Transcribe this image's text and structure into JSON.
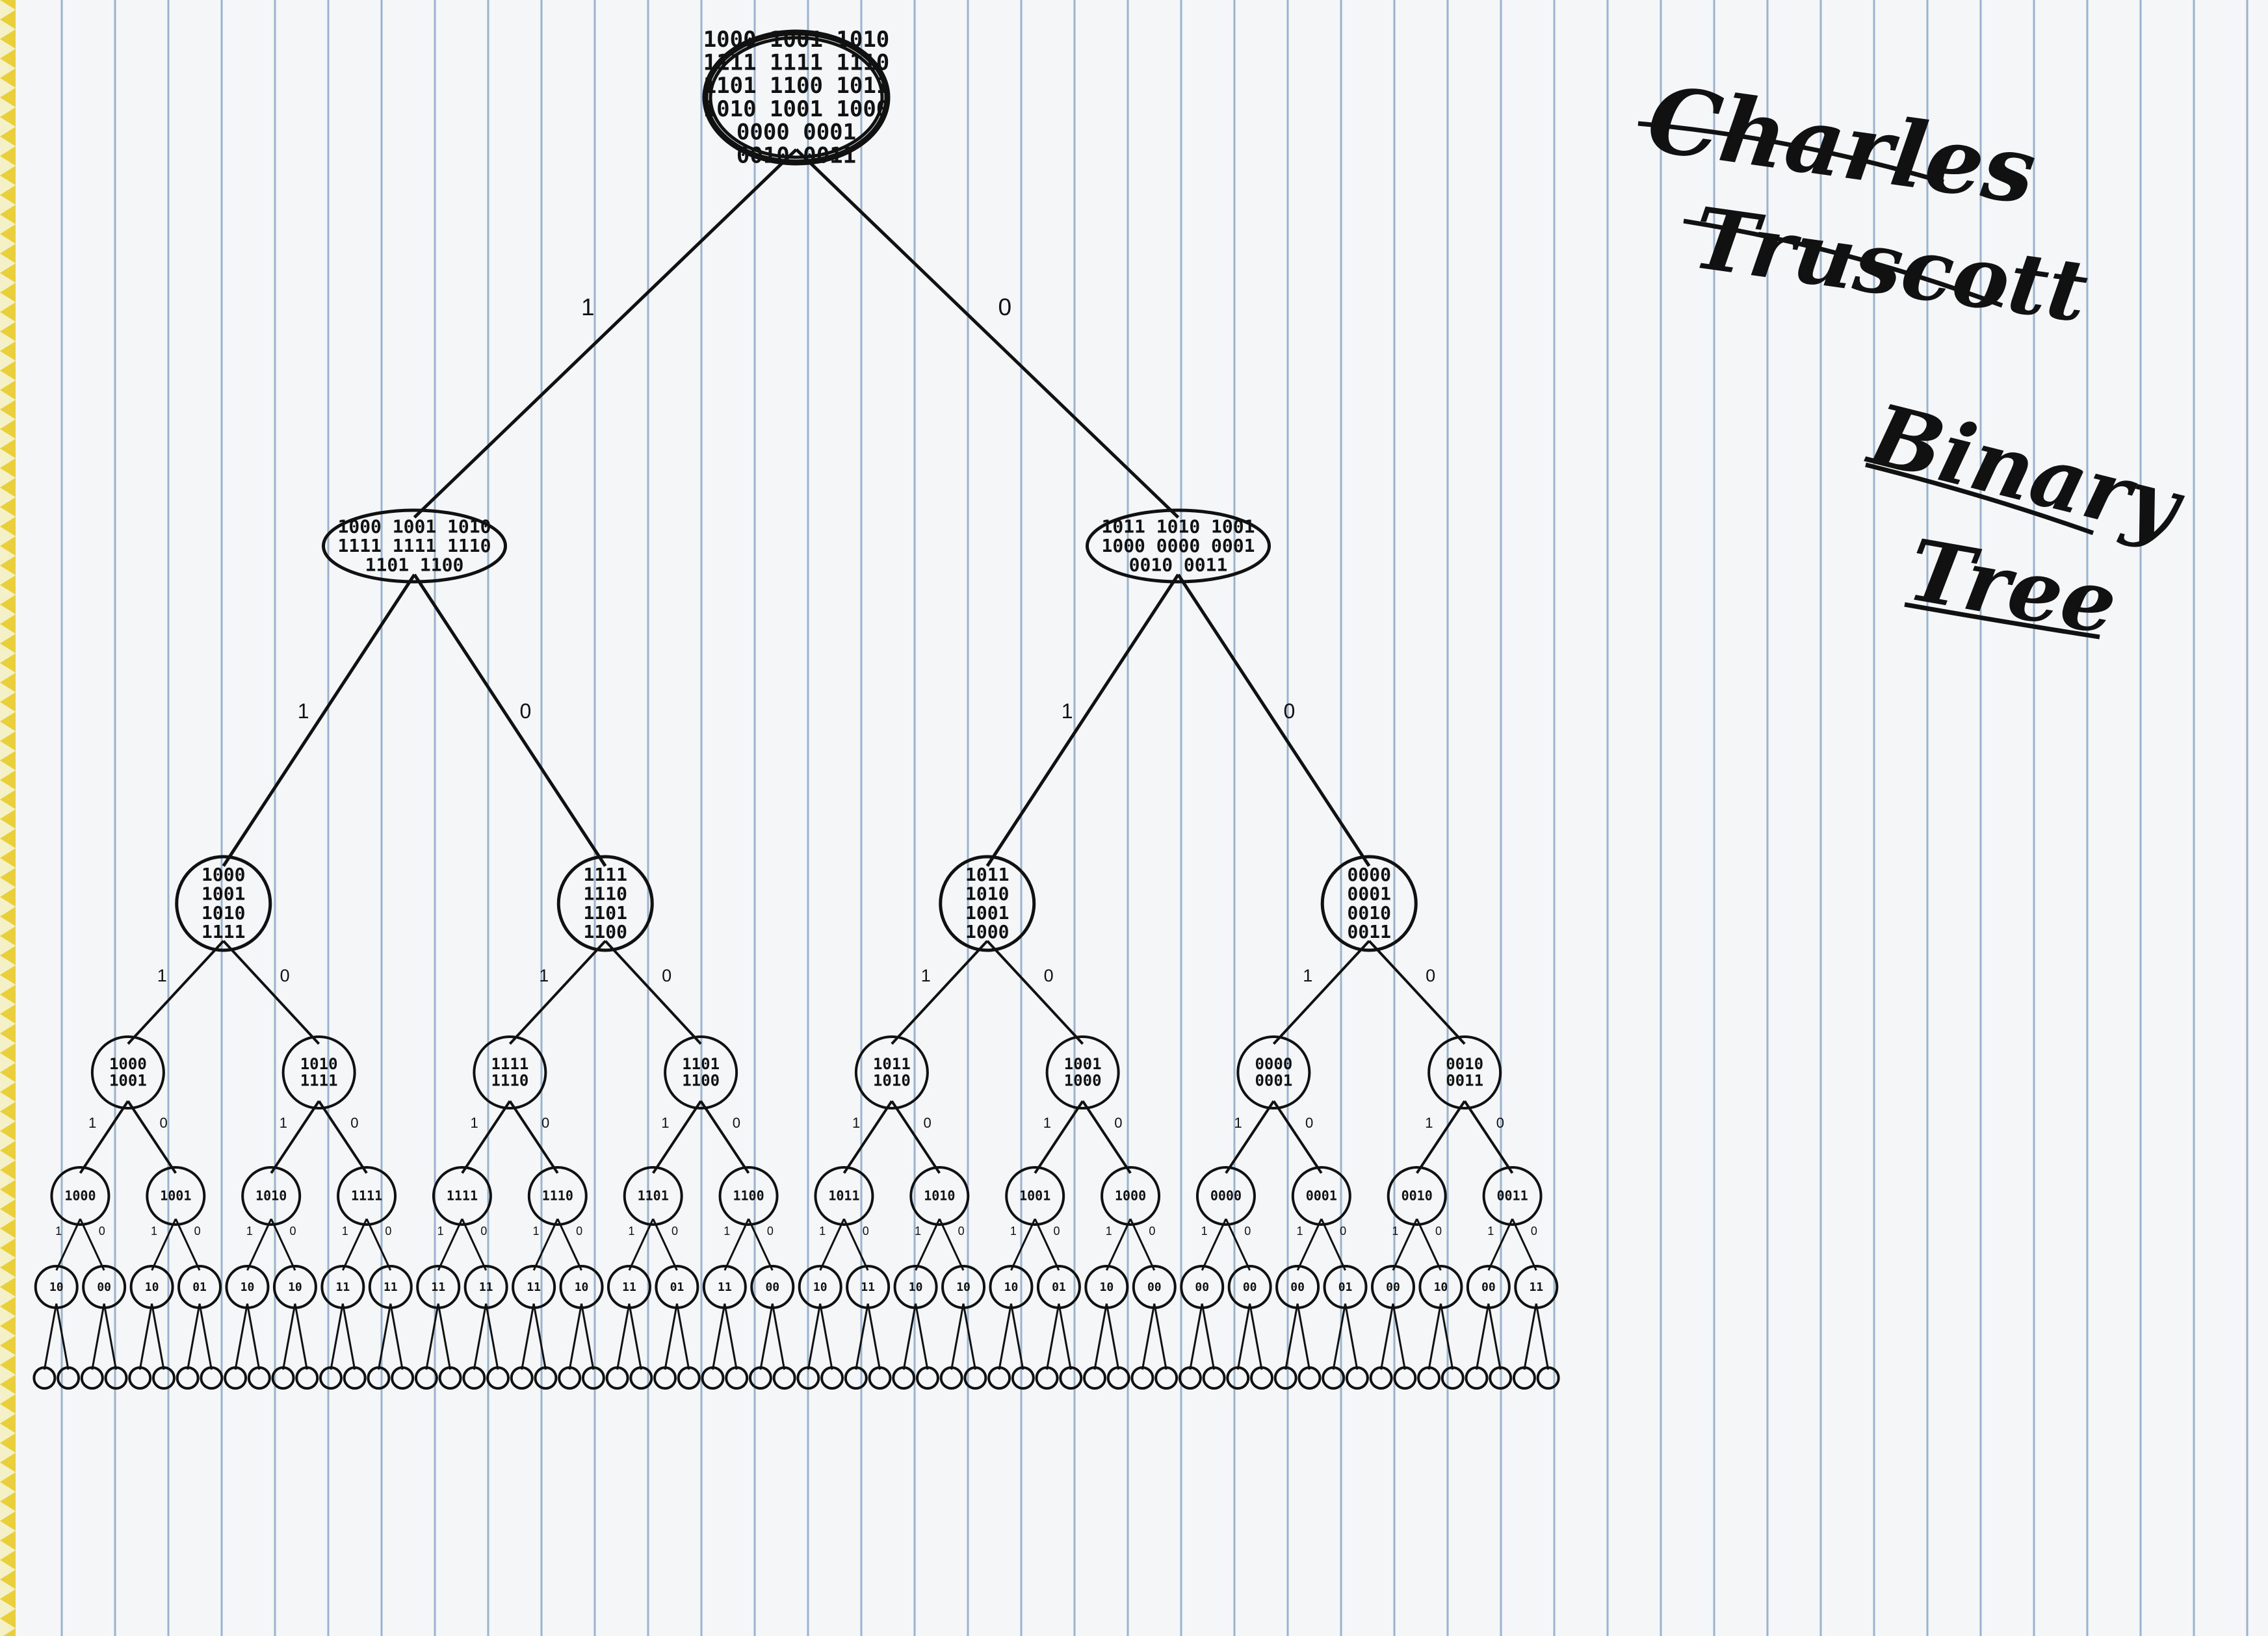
{
  "title": {
    "author_lines": [
      "Charles",
      "Truscott"
    ],
    "subject_lines": [
      "Binary",
      "Tree"
    ],
    "signature_note": "handwritten signature and title, reproduced as picture"
  },
  "colors": {
    "ink": "#111111",
    "paper": "#f4f6f7",
    "rule_line": "#9ab4cf",
    "binding_edge": "#e9cf3a",
    "background": "#1c1c1c"
  },
  "edge_labels": {
    "left": "1",
    "right": "0"
  },
  "tree": {
    "label": [
      "1000 1001 1010",
      "1111 1111 1110",
      "1101 1100 1011",
      "1010 1001 1000",
      "0000 0001",
      "0010 0011"
    ],
    "children": [
      {
        "label": [
          "1000 1001 1010",
          "1111 1111 1110",
          "1101 1100"
        ],
        "children": [
          {
            "label": [
              "1000",
              "1001",
              "1010",
              "1111"
            ],
            "children": [
              {
                "label": [
                  "1000",
                  "1001"
                ],
                "children": [
                  {
                    "label": [
                      "1000"
                    ],
                    "children": [
                      {
                        "label": [
                          "10"
                        ],
                        "children": [
                          {
                            "label": []
                          },
                          {
                            "label": []
                          }
                        ]
                      },
                      {
                        "label": [
                          "00"
                        ],
                        "children": [
                          {
                            "label": []
                          },
                          {
                            "label": []
                          }
                        ]
                      }
                    ]
                  },
                  {
                    "label": [
                      "1001"
                    ],
                    "children": [
                      {
                        "label": [
                          "10"
                        ],
                        "children": [
                          {
                            "label": []
                          },
                          {
                            "label": []
                          }
                        ]
                      },
                      {
                        "label": [
                          "01"
                        ],
                        "children": [
                          {
                            "label": []
                          },
                          {
                            "label": []
                          }
                        ]
                      }
                    ]
                  }
                ]
              },
              {
                "label": [
                  "1010",
                  "1111"
                ],
                "children": [
                  {
                    "label": [
                      "1010"
                    ],
                    "children": [
                      {
                        "label": [
                          "10"
                        ],
                        "children": [
                          {
                            "label": []
                          },
                          {
                            "label": []
                          }
                        ]
                      },
                      {
                        "label": [
                          "10"
                        ],
                        "children": [
                          {
                            "label": []
                          },
                          {
                            "label": []
                          }
                        ]
                      }
                    ]
                  },
                  {
                    "label": [
                      "1111"
                    ],
                    "children": [
                      {
                        "label": [
                          "11"
                        ],
                        "children": [
                          {
                            "label": []
                          },
                          {
                            "label": []
                          }
                        ]
                      },
                      {
                        "label": [
                          "11"
                        ],
                        "children": [
                          {
                            "label": []
                          },
                          {
                            "label": []
                          }
                        ]
                      }
                    ]
                  }
                ]
              }
            ]
          },
          {
            "label": [
              "1111",
              "1110",
              "1101",
              "1100"
            ],
            "children": [
              {
                "label": [
                  "1111",
                  "1110"
                ],
                "children": [
                  {
                    "label": [
                      "1111"
                    ],
                    "children": [
                      {
                        "label": [
                          "11"
                        ],
                        "children": [
                          {
                            "label": []
                          },
                          {
                            "label": []
                          }
                        ]
                      },
                      {
                        "label": [
                          "11"
                        ],
                        "children": [
                          {
                            "label": []
                          },
                          {
                            "label": []
                          }
                        ]
                      }
                    ]
                  },
                  {
                    "label": [
                      "1110"
                    ],
                    "children": [
                      {
                        "label": [
                          "11"
                        ],
                        "children": [
                          {
                            "label": []
                          },
                          {
                            "label": []
                          }
                        ]
                      },
                      {
                        "label": [
                          "10"
                        ],
                        "children": [
                          {
                            "label": []
                          },
                          {
                            "label": []
                          }
                        ]
                      }
                    ]
                  }
                ]
              },
              {
                "label": [
                  "1101",
                  "1100"
                ],
                "children": [
                  {
                    "label": [
                      "1101"
                    ],
                    "children": [
                      {
                        "label": [
                          "11"
                        ],
                        "children": [
                          {
                            "label": []
                          },
                          {
                            "label": []
                          }
                        ]
                      },
                      {
                        "label": [
                          "01"
                        ],
                        "children": [
                          {
                            "label": []
                          },
                          {
                            "label": []
                          }
                        ]
                      }
                    ]
                  },
                  {
                    "label": [
                      "1100"
                    ],
                    "children": [
                      {
                        "label": [
                          "11"
                        ],
                        "children": [
                          {
                            "label": []
                          },
                          {
                            "label": []
                          }
                        ]
                      },
                      {
                        "label": [
                          "00"
                        ],
                        "children": [
                          {
                            "label": []
                          },
                          {
                            "label": []
                          }
                        ]
                      }
                    ]
                  }
                ]
              }
            ]
          }
        ]
      },
      {
        "label": [
          "1011 1010 1001",
          "1000 0000 0001",
          "0010 0011"
        ],
        "children": [
          {
            "label": [
              "1011",
              "1010",
              "1001",
              "1000"
            ],
            "children": [
              {
                "label": [
                  "1011",
                  "1010"
                ],
                "children": [
                  {
                    "label": [
                      "1011"
                    ],
                    "children": [
                      {
                        "label": [
                          "10"
                        ],
                        "children": [
                          {
                            "label": []
                          },
                          {
                            "label": []
                          }
                        ]
                      },
                      {
                        "label": [
                          "11"
                        ],
                        "children": [
                          {
                            "label": []
                          },
                          {
                            "label": []
                          }
                        ]
                      }
                    ]
                  },
                  {
                    "label": [
                      "1010"
                    ],
                    "children": [
                      {
                        "label": [
                          "10"
                        ],
                        "children": [
                          {
                            "label": []
                          },
                          {
                            "label": []
                          }
                        ]
                      },
                      {
                        "label": [
                          "10"
                        ],
                        "children": [
                          {
                            "label": []
                          },
                          {
                            "label": []
                          }
                        ]
                      }
                    ]
                  }
                ]
              },
              {
                "label": [
                  "1001",
                  "1000"
                ],
                "children": [
                  {
                    "label": [
                      "1001"
                    ],
                    "children": [
                      {
                        "label": [
                          "10"
                        ],
                        "children": [
                          {
                            "label": []
                          },
                          {
                            "label": []
                          }
                        ]
                      },
                      {
                        "label": [
                          "01"
                        ],
                        "children": [
                          {
                            "label": []
                          },
                          {
                            "label": []
                          }
                        ]
                      }
                    ]
                  },
                  {
                    "label": [
                      "1000"
                    ],
                    "children": [
                      {
                        "label": [
                          "10"
                        ],
                        "children": [
                          {
                            "label": []
                          },
                          {
                            "label": []
                          }
                        ]
                      },
                      {
                        "label": [
                          "00"
                        ],
                        "children": [
                          {
                            "label": []
                          },
                          {
                            "label": []
                          }
                        ]
                      }
                    ]
                  }
                ]
              }
            ]
          },
          {
            "label": [
              "0000",
              "0001",
              "0010",
              "0011"
            ],
            "children": [
              {
                "label": [
                  "0000",
                  "0001"
                ],
                "children": [
                  {
                    "label": [
                      "0000"
                    ],
                    "children": [
                      {
                        "label": [
                          "00"
                        ],
                        "children": [
                          {
                            "label": []
                          },
                          {
                            "label": []
                          }
                        ]
                      },
                      {
                        "label": [
                          "00"
                        ],
                        "children": [
                          {
                            "label": []
                          },
                          {
                            "label": []
                          }
                        ]
                      }
                    ]
                  },
                  {
                    "label": [
                      "0001"
                    ],
                    "children": [
                      {
                        "label": [
                          "00"
                        ],
                        "children": [
                          {
                            "label": []
                          },
                          {
                            "label": []
                          }
                        ]
                      },
                      {
                        "label": [
                          "01"
                        ],
                        "children": [
                          {
                            "label": []
                          },
                          {
                            "label": []
                          }
                        ]
                      }
                    ]
                  }
                ]
              },
              {
                "label": [
                  "0010",
                  "0011"
                ],
                "children": [
                  {
                    "label": [
                      "0010"
                    ],
                    "children": [
                      {
                        "label": [
                          "00"
                        ],
                        "children": [
                          {
                            "label": []
                          },
                          {
                            "label": []
                          }
                        ]
                      },
                      {
                        "label": [
                          "10"
                        ],
                        "children": [
                          {
                            "label": []
                          },
                          {
                            "label": []
                          }
                        ]
                      }
                    ]
                  },
                  {
                    "label": [
                      "0011"
                    ],
                    "children": [
                      {
                        "label": [
                          "00"
                        ],
                        "children": [
                          {
                            "label": []
                          },
                          {
                            "label": []
                          }
                        ]
                      },
                      {
                        "label": [
                          "11"
                        ],
                        "children": [
                          {
                            "label": []
                          },
                          {
                            "label": []
                          }
                        ]
                      }
                    ]
                  }
                ]
              }
            ]
          }
        ]
      }
    ]
  }
}
